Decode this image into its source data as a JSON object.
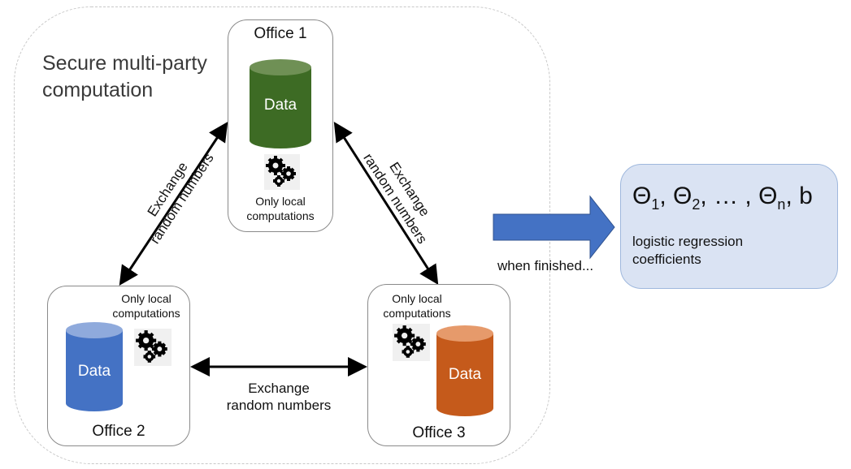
{
  "region": {
    "title_line1": "Secure multi-party",
    "title_line2": "computation"
  },
  "offices": [
    {
      "label": "Office 1",
      "data_label": "Data",
      "local_line1": "Only local",
      "local_line2": "computations",
      "cylinder_color": "#3d6b24",
      "cylinder_top": "#6f9055",
      "icon": "gears-icon"
    },
    {
      "label": "Office 2",
      "data_label": "Data",
      "local_line1": "Only local",
      "local_line2": "computations",
      "cylinder_color": "#4472c4",
      "cylinder_top": "#8faadc",
      "icon": "gears-icon"
    },
    {
      "label": "Office 3",
      "data_label": "Data",
      "local_line1": "Only local",
      "local_line2": "computations",
      "cylinder_color": "#c55a1b",
      "cylinder_top": "#e69a6b",
      "icon": "gears-icon"
    }
  ],
  "exchanges": [
    {
      "between": "Office 1 - Office 2",
      "line1": "Exchange",
      "line2": "random numbers"
    },
    {
      "between": "Office 1 - Office 3",
      "line1": "Exchange",
      "line2": "random numbers"
    },
    {
      "between": "Office 2 - Office 3",
      "line1": "Exchange",
      "line2": "random numbers"
    }
  ],
  "transition": {
    "label": "when finished...",
    "arrow_color": "#4472c4"
  },
  "result": {
    "theta": "Θ",
    "sub1": "1",
    "sub2": "2",
    "subn": "n",
    "sep": ", ",
    "ellipsis": "… , ",
    "bias": ", b",
    "desc_line1": "logistic regression",
    "desc_line2": "coefficients",
    "fill_color": "#dae3f3"
  }
}
